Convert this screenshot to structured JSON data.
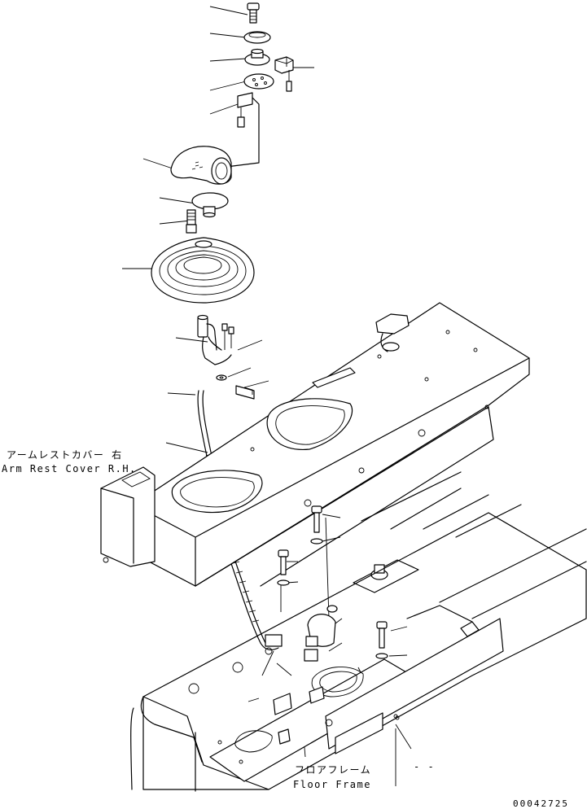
{
  "labels": {
    "arm_rest_cover_jp": "アームレストカバー 右",
    "arm_rest_cover_en": "Arm Rest Cover R.H.",
    "floor_frame_jp": "フロアフレーム",
    "floor_frame_en": "Floor Frame",
    "drawing_number": "00042725",
    "dash_mark": "- -"
  }
}
